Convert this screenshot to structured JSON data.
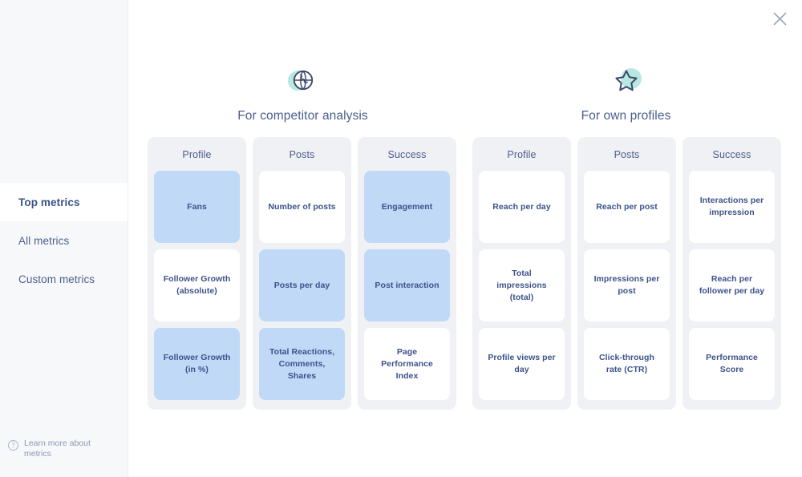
{
  "sidebar": {
    "items": [
      {
        "label": "Top metrics",
        "active": true
      },
      {
        "label": "All metrics",
        "active": false
      },
      {
        "label": "Custom metrics",
        "active": false
      }
    ],
    "footer": {
      "icon": "question-mark-circle-icon",
      "label": "Learn more about metrics"
    }
  },
  "header": {
    "close_icon": "close-icon"
  },
  "sections": [
    {
      "id": "competitor-analysis",
      "icon": "globe-icon",
      "title": "For competitor analysis",
      "columns": [
        {
          "title": "Profile",
          "cards": [
            {
              "label": "Fans",
              "selected": true
            },
            {
              "label": "Follower Growth (absolute)",
              "selected": false
            },
            {
              "label": "Follower Growth (in %)",
              "selected": true
            }
          ]
        },
        {
          "title": "Posts",
          "cards": [
            {
              "label": "Number of posts",
              "selected": false
            },
            {
              "label": "Posts per day",
              "selected": true
            },
            {
              "label": "Total Reactions, Comments, Shares",
              "selected": true
            }
          ]
        },
        {
          "title": "Success",
          "cards": [
            {
              "label": "Engagement",
              "selected": true
            },
            {
              "label": "Post interaction",
              "selected": true
            },
            {
              "label": "Page Performance Index",
              "selected": false
            }
          ]
        }
      ]
    },
    {
      "id": "own-profiles",
      "icon": "star-icon",
      "title": "For own profiles",
      "columns": [
        {
          "title": "Profile",
          "cards": [
            {
              "label": "Reach per day",
              "selected": false
            },
            {
              "label": "Total impressions (total)",
              "selected": false
            },
            {
              "label": "Profile views per day",
              "selected": false
            }
          ]
        },
        {
          "title": "Posts",
          "cards": [
            {
              "label": "Reach per post",
              "selected": false
            },
            {
              "label": "Impressions per post",
              "selected": false
            },
            {
              "label": "Click-through rate (CTR)",
              "selected": false
            }
          ]
        },
        {
          "title": "Success",
          "cards": [
            {
              "label": "Interactions per impression",
              "selected": false
            },
            {
              "label": "Reach per follower per day",
              "selected": false
            },
            {
              "label": "Performance Score",
              "selected": false
            }
          ]
        }
      ]
    }
  ],
  "colors": {
    "selected_card": "#bfd9f7",
    "column_bg": "#f0f1f5",
    "sidebar_bg": "#f7f8fa",
    "text": "#3d5289",
    "accent_blob": "#b9e8e2"
  }
}
